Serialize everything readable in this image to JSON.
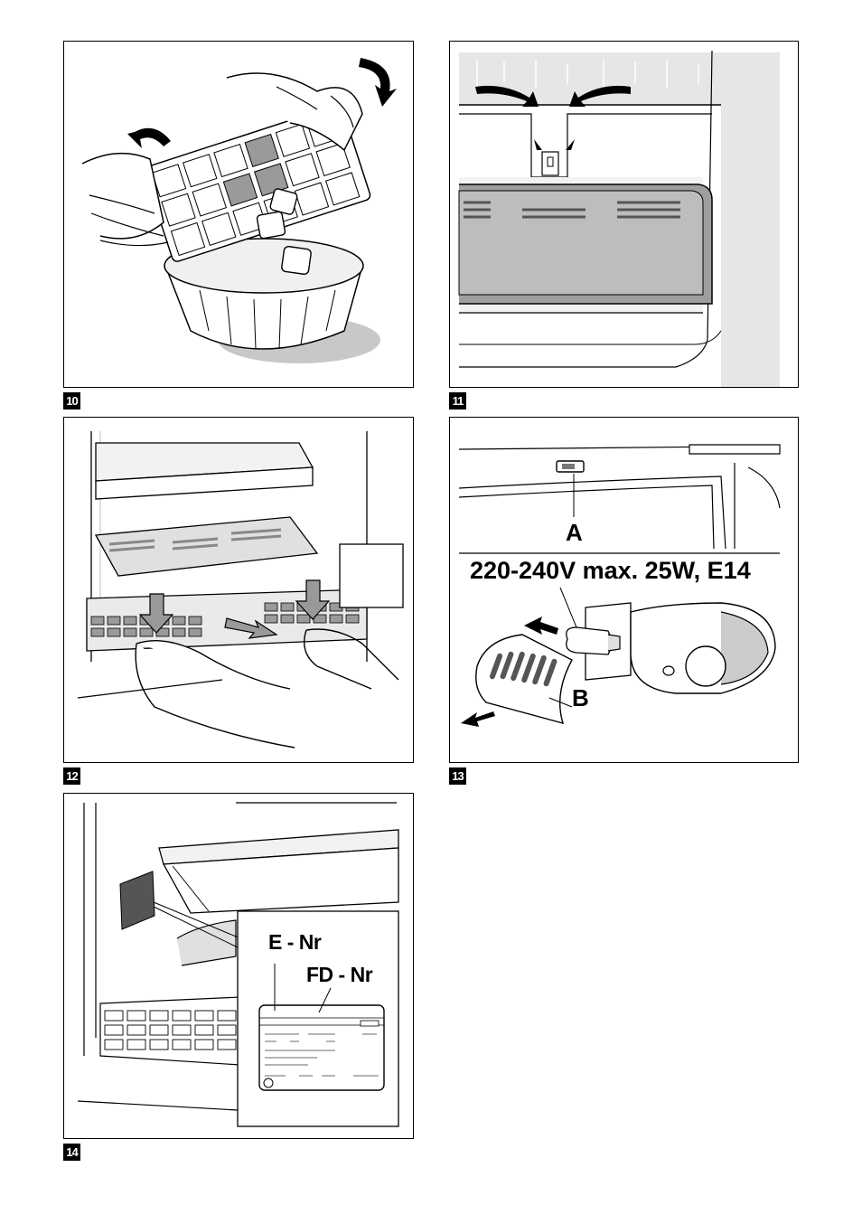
{
  "figures": [
    {
      "number": "10"
    },
    {
      "number": "11"
    },
    {
      "number": "12"
    },
    {
      "number": "13",
      "label_a": "A",
      "label_b": "B",
      "spec": "220-240V max. 25W, E14"
    },
    {
      "number": "14",
      "label_e": "E - Nr",
      "label_fd": "FD - Nr"
    }
  ],
  "colors": {
    "line": "#000000",
    "shade": "#bdbdbd",
    "light": "#e6e6e6",
    "dark": "#555555"
  }
}
